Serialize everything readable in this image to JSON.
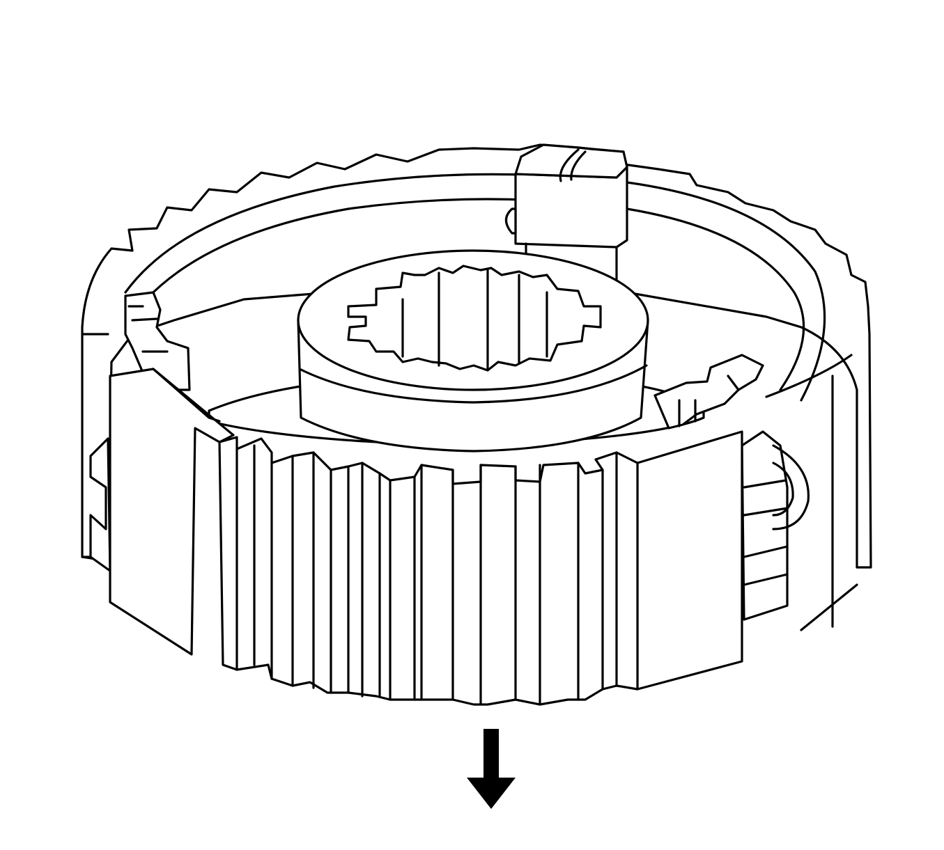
{
  "diagram": {
    "subject": "synchronizer-hub-assembly-illustration",
    "style": "black line art on white background",
    "line_color": "#000000",
    "background_color": "#ffffff",
    "arrow": {
      "direction": "down",
      "icon": "down-arrow-icon",
      "fill": "#000000"
    }
  }
}
